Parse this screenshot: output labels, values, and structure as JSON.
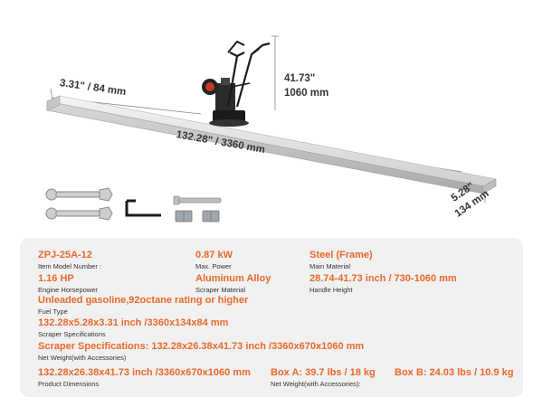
{
  "dimensions": {
    "width": "3.31\" / 84 mm",
    "length": "132.28\" / 3360 mm",
    "height_in": "41.73\"",
    "height_mm": "1060 mm",
    "depth_in": "5.28\"",
    "depth_mm": "134 mm"
  },
  "specs": {
    "model": {
      "value": "ZPJ-25A-12",
      "label": "Item Model Number :"
    },
    "power": {
      "value": "0.87 kW",
      "label": "Max. Power"
    },
    "material": {
      "value": "Steel (Frame)",
      "label": "Main Material"
    },
    "horsepower": {
      "value": "1.16 HP",
      "label": "Engine Horsepower"
    },
    "scraper_material": {
      "value": "Aluminum Alloy",
      "label": "Scraper Material"
    },
    "handle_height": {
      "value": "28.74-41.73 inch / 730-1060 mm",
      "label": "Handle Height"
    },
    "fuel": {
      "value": "Unleaded gasoline,92octane rating or higher",
      "label": "Fuel Type"
    },
    "scraper_specs": {
      "value": "132.28x5.28x3.31 inch /3360x134x84 mm",
      "label": "Scraper Specifications"
    },
    "net_weight": {
      "value": "Scraper Specifications: 132.28x26.38x41.73 inch /3360x670x1060 mm",
      "label": "Net Weight(with Accessories)"
    },
    "product_dims": {
      "value": "132.28x26.38x41.73 inch /3360x670x1060 mm",
      "label": "Product Dimensions"
    },
    "box_a": {
      "value": "Box A: 39.7 lbs / 18 kg",
      "label": "Net Weight(with Accessories):"
    },
    "box_b": {
      "value": "Box B: 24.03 lbs / 10.9 kg"
    }
  },
  "colors": {
    "accent": "#e8682a",
    "panel": "#f1f1f1",
    "text": "#333333"
  },
  "icons": [
    "wrench-icon",
    "hex-key-icon",
    "bolt-icon",
    "clamp-icon",
    "power-screed-icon"
  ]
}
